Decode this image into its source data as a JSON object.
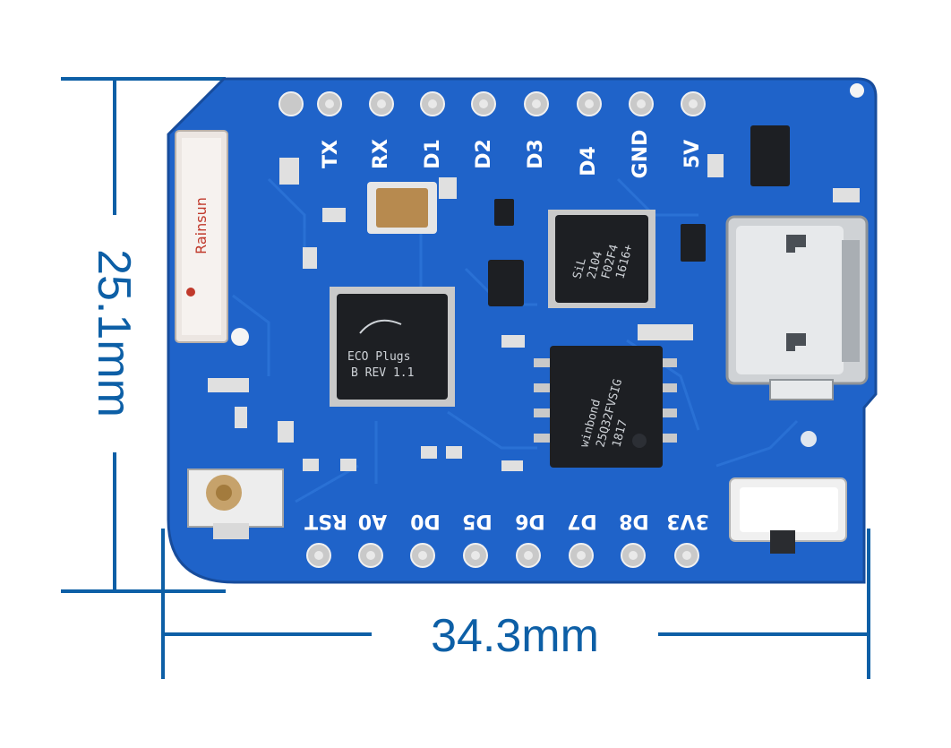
{
  "colors": {
    "background": "#ffffff",
    "dimension_lines": "#0d5fa6",
    "pcb": "#1f63c9",
    "pcb_dark": "#184fa6",
    "pad": "#c9c9c9",
    "chip": "#1d1f23",
    "silkscreen": "#ffffff"
  },
  "dimensions": {
    "height_label": "25.1mm",
    "width_label": "34.3mm"
  },
  "board": {
    "antenna_label": "Rainsun",
    "top_pins": [
      "TX",
      "RX",
      "D1",
      "D2",
      "D3",
      "D4",
      "GND",
      "5V"
    ],
    "bottom_pins": [
      "RST",
      "A0",
      "D0",
      "D5",
      "D6",
      "D7",
      "D8",
      "3V3"
    ],
    "mcu_text": [
      "ECO Plugs",
      "B REV 1.1"
    ],
    "usb_uart_text": [
      "SiL",
      "2104",
      "F02F4",
      "1616+"
    ],
    "flash_text": [
      "winbond",
      "25Q32FVSIG",
      "1817"
    ]
  },
  "icons": {
    "pcb": "pcb-board-icon",
    "usb": "micro-usb-connector-icon",
    "antenna": "ceramic-antenna-icon",
    "ufl": "ufl-connector-icon",
    "button": "reset-button-icon"
  }
}
